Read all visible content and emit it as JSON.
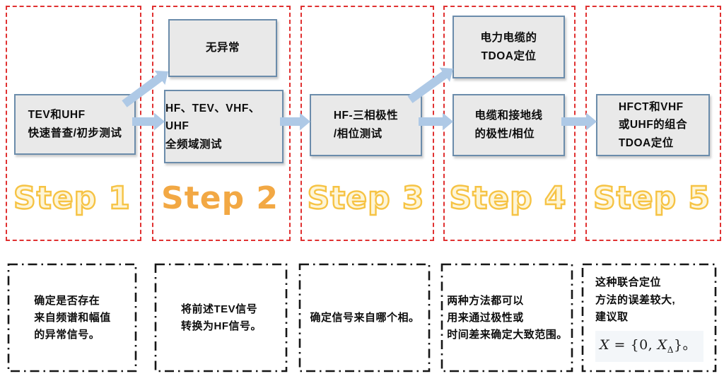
{
  "palette": {
    "red": "#e03131",
    "black": "#161616",
    "box_fill": "#e9e9e9",
    "box_border": "#6b8cab",
    "arrow": "#aec9e6",
    "step_yellow": "#f6c344",
    "step_orange": "#f2a844"
  },
  "steps": [
    {
      "label": "Step 1",
      "boxes": [
        {
          "lines": [
            "TEV和UHF",
            "快速普查/初步测试"
          ]
        }
      ],
      "note": {
        "lines": [
          "确定是否存在",
          "来自频谱和幅值",
          "的异常信号。"
        ]
      }
    },
    {
      "label": "Step 2",
      "boxes": [
        {
          "lines": [
            "无异常"
          ]
        },
        {
          "lines": [
            "HF、TEV、VHF、UHF",
            "全频域测试"
          ]
        }
      ],
      "note": {
        "lines": [
          "将前述TEV信号",
          "转换为HF信号。"
        ]
      }
    },
    {
      "label": "Step 3",
      "boxes": [
        {
          "lines": [
            "HF-三相极性",
            "/相位测试"
          ]
        }
      ],
      "note": {
        "lines": [
          "确定信号来自哪个相。"
        ]
      }
    },
    {
      "label": "Step 4",
      "boxes": [
        {
          "lines": [
            "电力电缆的",
            "TDOA定位"
          ]
        },
        {
          "lines": [
            "电缆和接地线",
            "的极性/相位"
          ]
        }
      ],
      "note": {
        "lines": [
          "两种方法都可以",
          "用来通过极性或",
          "时间差来确定大致范围。"
        ]
      }
    },
    {
      "label": "Step 5",
      "boxes": [
        {
          "lines": [
            "HFCT和VHF",
            "或UHF的组合",
            "TDOA定位"
          ]
        }
      ],
      "note": {
        "lines": [
          "这种联合定位",
          "方法的误差较大,",
          "建议取"
        ],
        "formula": {
          "var1": "X",
          "mid": " = {0, ",
          "var2": "X",
          "sub": "Δ",
          "end": "}。"
        }
      }
    }
  ]
}
